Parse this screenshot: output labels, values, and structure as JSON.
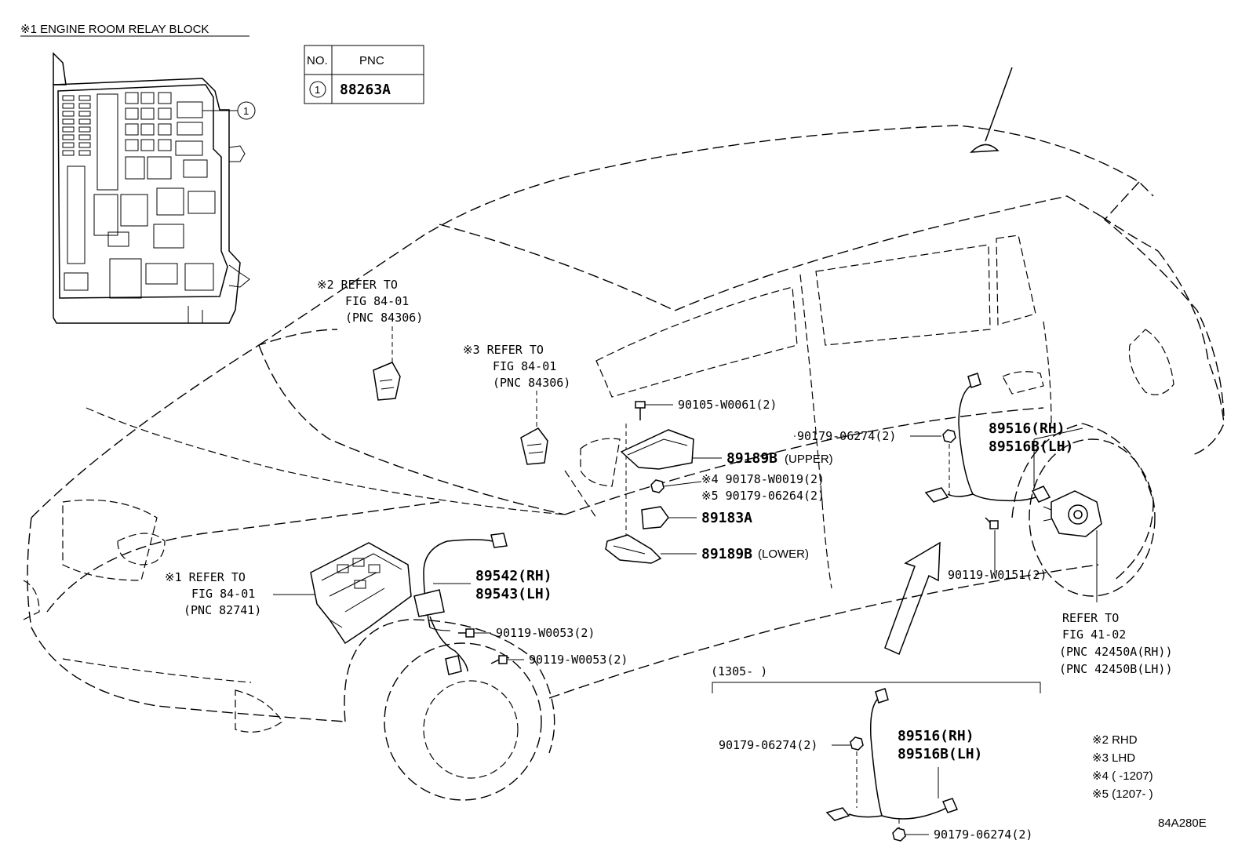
{
  "relay_block": {
    "title": "※1 ENGINE ROOM RELAY BLOCK"
  },
  "pnc_table": {
    "headers": [
      "NO.",
      "PNC"
    ],
    "rows": [
      {
        "no": "1",
        "pnc": "88263A"
      }
    ]
  },
  "refer_notes": {
    "ref2": [
      "※2 REFER TO",
      "FIG 84-01",
      "(PNC 84306)"
    ],
    "ref3": [
      "※3 REFER TO",
      "FIG 84-01",
      "(PNC 84306)"
    ],
    "ref1": [
      "※1 REFER TO",
      "FIG 84-01",
      "(PNC 82741)"
    ],
    "ref_hub": [
      "REFER TO",
      "FIG 41-02",
      "(PNC 42450A(RH))",
      "(PNC 42450B(LH))"
    ]
  },
  "parts": {
    "p_90105": "90105-W0061(2)",
    "p_90179_top": "90179-06274(2)",
    "p_89516_rh": "89516(RH)",
    "p_89516b_lh": "89516B(LH)",
    "p_89189b_upper": "89189B",
    "p_89189b_upper_tag": "(UPPER)",
    "p_90178": "※4 90178-W0019(2)",
    "p_90179_06264": "※5 90179-06264(2)",
    "p_89183a": "89183A",
    "p_89189b_lower": "89189B",
    "p_89189b_lower_tag": "(LOWER)",
    "p_89542": "89542(RH)",
    "p_89543": "89543(LH)",
    "p_90119_w0053_a": "90119-W0053(2)",
    "p_90119_w0053_b": "90119-W0053(2)",
    "p_90119_w0151": "90119-W0151(2)"
  },
  "inset": {
    "date_range": "(1305-      )",
    "p_90179_left": "90179-06274(2)",
    "p_89516_rh": "89516(RH)",
    "p_89516b_lh": "89516B(LH)",
    "p_90179_bottom": "90179-06274(2)"
  },
  "legend": {
    "items": [
      "※2 RHD",
      "※3 LHD",
      "※4 (      -1207)",
      "※5 (1207-      )"
    ]
  },
  "figure_code": "84A280E"
}
